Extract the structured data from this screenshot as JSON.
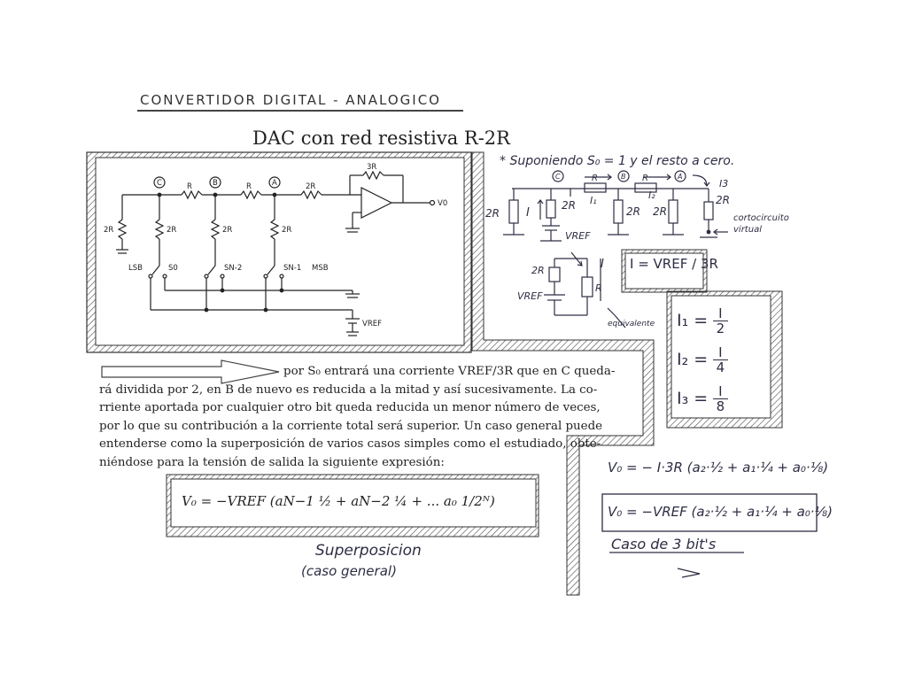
{
  "page": {
    "heading_handwritten": "CONVERTIDOR DIGITAL - ANALOGICO",
    "printed_title": "DAC con red resistiva R-2R"
  },
  "circuit_left": {
    "labels": {
      "node_c": "C",
      "node_b": "B",
      "node_a": "A",
      "r1": "R",
      "r2": "R",
      "r_2r_series": "2R",
      "r_feedback": "3R",
      "r_2r_left": "2R",
      "r_2r_c": "2R",
      "r_2r_b": "2R",
      "r_2r_a": "2R",
      "lsb": "LSB",
      "s0": "S0",
      "sn2": "SN-2",
      "sn1": "SN-1",
      "msb": "MSB",
      "vref": "VREF",
      "v0": "V0"
    }
  },
  "right_panel": {
    "note": "* Suponiendo  S₀ = 1  y el resto a cero.",
    "labels": {
      "c": "C",
      "b": "B",
      "a": "A",
      "r1": "R",
      "r2": "R",
      "i1": "I₁",
      "i2": "I₂",
      "i3": "I3",
      "i": "I",
      "r2r_left": "2R",
      "r2r_c": "2R",
      "r2r_b": "2R",
      "r2r_b2": "2R",
      "r2r_a": "2R",
      "vref": "VREF",
      "cc": "cortocircuito",
      "cc2": "virtual",
      "eq_2r": "2R",
      "eq_r": "R",
      "eq_vref": "VREF",
      "eq_i": "I",
      "eq_label": "equivalente"
    },
    "boxed_current": "I = VREF / 3R",
    "currents": [
      {
        "lhs": "I₁",
        "num": "I",
        "den": "2"
      },
      {
        "lhs": "I₂",
        "num": "I",
        "den": "4"
      },
      {
        "lhs": "I₃",
        "num": "I",
        "den": "8"
      }
    ]
  },
  "paragraph": {
    "lines": [
      "por S₀ entrará una corriente VREF/3R que en C queda-",
      "rá dividida por 2, en B de nuevo es reducida a la mitad y así sucesivamente. La co-",
      "rriente aportada por cualquier otro bit queda reducida un menor número de veces,",
      "por lo que su contribución a la corriente total será superior. Un caso general puede",
      "entenderse como la superposición de varios casos simples como el estudiado, obte-",
      "niéndose para la tensión de salida la siguiente expresión:"
    ]
  },
  "formula_general": {
    "text": "V₀  =  −VREF (aN−1 ½ + aN−2 ¼ + ... a₀ 1/2ᴺ)",
    "caption_1": "Superposicion",
    "caption_2": "(caso general)"
  },
  "formula_3bit": {
    "line1": "V₀ = − I·3R (a₂·½ + a₁·¼ + a₀·⅛)",
    "line2": "V₀ = −VREF (a₂·½ + a₁·¼ + a₀·⅛)",
    "caption": "Caso de 3 bit's"
  }
}
